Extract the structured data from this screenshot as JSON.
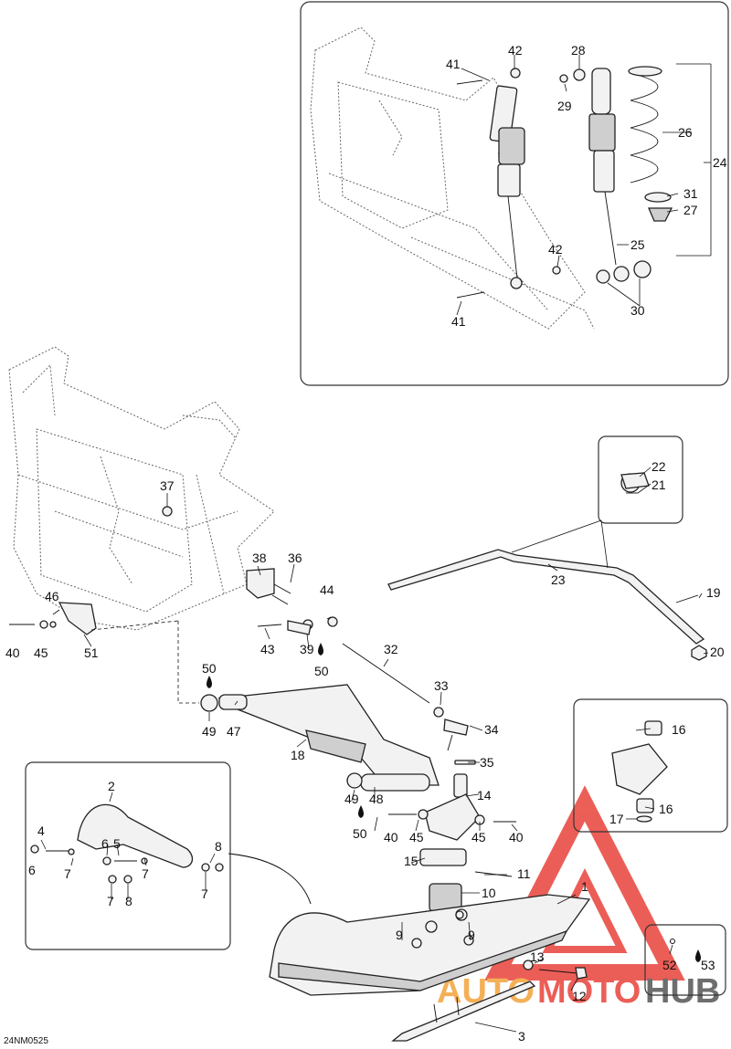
{
  "diagram_code": "24NM0525",
  "watermark": {
    "brand": "AUTOMOTOHUB",
    "auto": "AUTO",
    "moto": "MOTO",
    "hub": "HUB",
    "color": "#e8433a",
    "accent": "#f3a33a"
  },
  "callouts": {
    "c1": "1",
    "c2": "2",
    "c3": "3",
    "c4": "4",
    "c5": "5",
    "c6a": "6",
    "c6b": "6",
    "c7a": "7",
    "c7b": "7",
    "c7c": "7",
    "c7d": "7",
    "c8a": "8",
    "c8b": "8",
    "c9a": "9",
    "c9b": "9",
    "c10": "10",
    "c11": "11",
    "c12": "12",
    "c13": "13",
    "c14": "14",
    "c15": "15",
    "c16a": "16",
    "c16b": "16",
    "c17": "17",
    "c18": "18",
    "c19": "19",
    "c20": "20",
    "c21": "21",
    "c22": "22",
    "c23": "23",
    "c24": "24",
    "c25": "25",
    "c26": "26",
    "c27": "27",
    "c28": "28",
    "c29": "29",
    "c30": "30",
    "c31": "31",
    "c32": "32",
    "c33": "33",
    "c34": "34",
    "c35": "35",
    "c36": "36",
    "c37": "37",
    "c38": "38",
    "c39": "39",
    "c40a": "40",
    "c40b": "40",
    "c40c": "40",
    "c41a": "41",
    "c41b": "41",
    "c42a": "42",
    "c42b": "42",
    "c43": "43",
    "c44": "44",
    "c45a": "45",
    "c45b": "45",
    "c45c": "45",
    "c46": "46",
    "c47": "47",
    "c48": "48",
    "c49a": "49",
    "c49b": "49",
    "c50a": "50",
    "c50b": "50",
    "c50c": "50",
    "c51": "51",
    "c52": "52",
    "c53": "53"
  }
}
